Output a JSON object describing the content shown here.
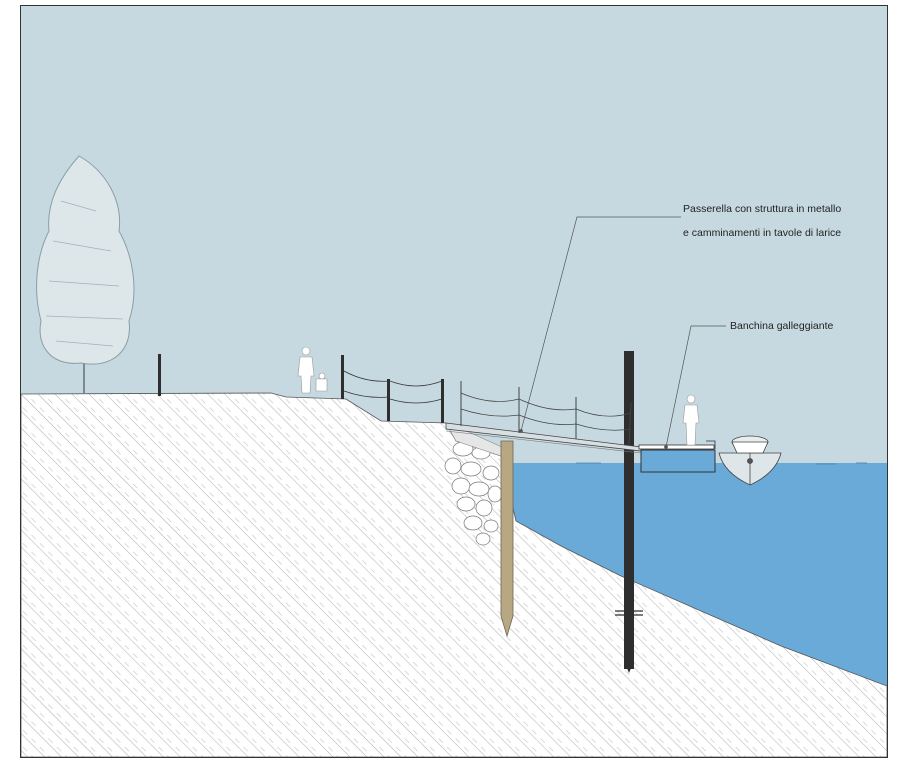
{
  "annotations": {
    "walkway_line1": "Passerella con struttura in metallo",
    "walkway_line2": "e camminamenti in tavole di larice",
    "floating_dock": "Banchina galleggiante"
  },
  "colors": {
    "sky": "#c6d9e1",
    "water": "#6aaad8",
    "ground_hatch": "#9a9a9a",
    "pile_dark": "#2e2e2e",
    "pile_wood": "#b8a783"
  },
  "icons": [
    "tree-icon",
    "person-icon",
    "dog-icon",
    "boat-icon"
  ]
}
